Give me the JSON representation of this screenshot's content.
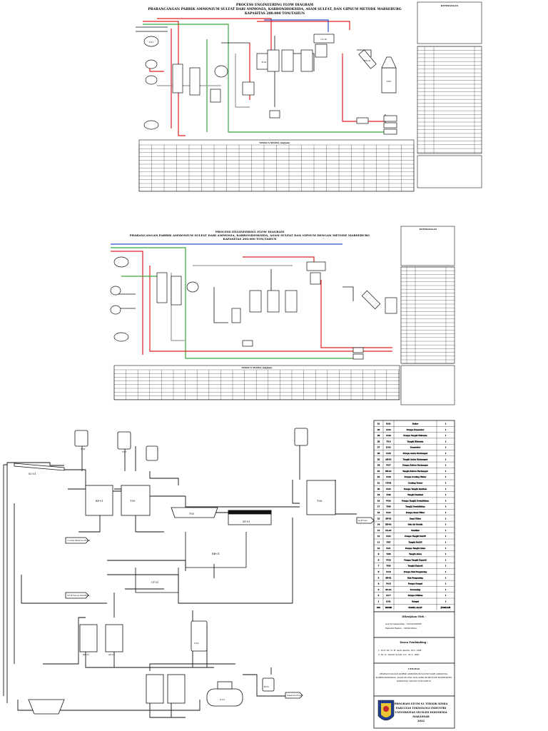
{
  "sheet1": {
    "title_line1": "PROCESS ENGINEERING FLOW DIAGRAM",
    "title_line2": "PRARANCANGAN PABRIK AMMONIUM SULFAT DARI AMMONIA, KARBONDIOKSIDA, ASAM SULFAT, DAN GIPSUM METODE MARSEBURG",
    "title_line3": "KAPASITAS 200.000 TON/TAHUN",
    "balance_table_title": "NERACA MASSA (kg/jam)",
    "legend_title": "KETERANGAN",
    "mixing_tank_label": "R-01",
    "settler_label": "CL-01",
    "dryer_label": "RD-01",
    "silo_label": "T-05",
    "tank_label": "T-01"
  },
  "sheet2": {
    "title_line1": "PROCESS ENGINEERING FLOW DIAGRAM",
    "title_line2": "PRARANCANGAN PABRIK AMMONIUM SULFAT DARI AMMONIA, KARBONDIOKSIDA, ASAM SULFAT DAN GIPSUM DENGAN METODE MARSEBURG",
    "title_line3": "KAPASITAS 200.000 TON/TAHUN",
    "balance_table_title": "NERACA MASSA (kg/jam)",
    "legend_title": "KETERANGAN"
  },
  "sheet3": {
    "equipment_table": [
      {
        "no": "31",
        "code": "B-01",
        "name": "Boiler",
        "qty": "1"
      },
      {
        "no": "30",
        "code": "P-30",
        "name": "Pompa Deaerator",
        "qty": "1"
      },
      {
        "no": "29",
        "code": "P-29",
        "name": "Pompa Tangki Hidrazin",
        "qty": "1"
      },
      {
        "no": "28",
        "code": "T-10",
        "name": "Tangki Hidrazin",
        "qty": "1"
      },
      {
        "no": "27",
        "code": "D-01",
        "name": "Deaerator",
        "qty": "1"
      },
      {
        "no": "26",
        "code": "P-28",
        "name": "Pompa Anion Exchanger",
        "qty": "1"
      },
      {
        "no": "25",
        "code": "AE-01",
        "name": "Tangki Anion Exchanger",
        "qty": "1"
      },
      {
        "no": "24",
        "code": "P-27",
        "name": "Pompa Kation Exchanger",
        "qty": "1"
      },
      {
        "no": "23",
        "code": "KE-01",
        "name": "Tangki Kation Exchanger",
        "qty": "1"
      },
      {
        "no": "22",
        "code": "P-26",
        "name": "Pompa Cooling Water",
        "qty": "1"
      },
      {
        "no": "21",
        "code": "CT-01",
        "name": "Cooling Tower",
        "qty": "1"
      },
      {
        "no": "20",
        "code": "P-25",
        "name": "Pompa Tangki Sanitasi",
        "qty": "1"
      },
      {
        "no": "19",
        "code": "T-09",
        "name": "Tangki Sanitasi",
        "qty": "1"
      },
      {
        "no": "18",
        "code": "P-24",
        "name": "Pompa Tangki Desinfektan",
        "qty": "1"
      },
      {
        "no": "17",
        "code": "T-08",
        "name": "Tangki Desinfektan",
        "qty": "1"
      },
      {
        "no": "16",
        "code": "P-23",
        "name": "Pompa Sand Filter",
        "qty": "1"
      },
      {
        "no": "15",
        "code": "SF-01",
        "name": "Sand Filter",
        "qty": "1"
      },
      {
        "no": "14",
        "code": "BB-01",
        "name": "Bak Air Bersih",
        "qty": "1"
      },
      {
        "no": "13",
        "code": "CL-01",
        "name": "Clarifier",
        "qty": "1"
      },
      {
        "no": "12",
        "code": "P-22",
        "name": "Pompa Tangki NaOH",
        "qty": "1"
      },
      {
        "no": "11",
        "code": "T-07",
        "name": "Tangki NaOH",
        "qty": "1"
      },
      {
        "no": "10",
        "code": "P-21",
        "name": "Pompa Tangki Alum",
        "qty": "1"
      },
      {
        "no": "9",
        "code": "T-06",
        "name": "Tangki Alum",
        "qty": "1"
      },
      {
        "no": "8",
        "code": "P-20",
        "name": "Pompa Tangki Kaporit",
        "qty": "1"
      },
      {
        "no": "7",
        "code": "T-05",
        "name": "Tangki Kaporit",
        "qty": "1"
      },
      {
        "no": "6",
        "code": "P-19",
        "name": "Pompa Bak Pengendap",
        "qty": "1"
      },
      {
        "no": "5",
        "code": "BP-01",
        "name": "Bak Pengendap",
        "qty": "1"
      },
      {
        "no": "4",
        "code": "P-18",
        "name": "Pompa Sungai",
        "qty": "1"
      },
      {
        "no": "3",
        "code": "SC-01",
        "name": "Screening",
        "qty": "1"
      },
      {
        "no": "2",
        "code": "P-17",
        "name": "Pompa Utilitas",
        "qty": "1"
      },
      {
        "no": "1",
        "code": "S-01",
        "name": "Sungai",
        "qty": "1"
      }
    ],
    "table_header": {
      "no": "NO",
      "code": "KODE",
      "name": "NAMA ALAT",
      "qty": "JUMLAH"
    },
    "prepared_by_title": "Dikerjakan Oleh :",
    "author1": "Asyraf Ansarullah       : 09320180095",
    "author2": "Rahardi Rahim         : 09320180xx",
    "advisor_title": "Dosen Pembimbing :",
    "advisor1": "1. Prof. Dr. Ir. H. Andi Aladin, M.T., IPM.",
    "advisor2": "2. Dr. Ir. Takdir Syarif, S.T., M.T., IPM.",
    "design_title_1": "UTILITAS",
    "design_title_2": "PRARANCANGAN PABRIK AMMONIUM SULFAT DARI AMMONIA,",
    "design_title_3": "KARBONDIOKSIDA, ASAM SULFAT DAN GIPSUM METODE MARSEBURG",
    "design_title_4": "KAPASITAS 200.000 TON/TAHUN",
    "school1": "PROGRAM STUDI S1 TEKNIK KIMIA",
    "school2": "FAKULTAS TEKNOLOGI INDUSTRI",
    "school3": "UNIVERSITAS MUSLIM INDONESIA",
    "school4": "MAKASSAR",
    "school5": "2022",
    "label_cooling": "Cooling Water ke Proses",
    "label_proses": "Air Proses ke Pendingin",
    "label_to_proses": "ke Proses",
    "label_steam": "Steam ke Proses",
    "label_bp": "BP-01",
    "label_sf": "SF-01",
    "label_ct": "CT-01",
    "label_bb": "BB-01",
    "label_sc": "SC-01",
    "label_t09": "T-09",
    "label_ke": "KE-01",
    "label_ae": "AE-01",
    "label_d01": "D-01",
    "label_b01": "B-01",
    "label_t05": "T-05",
    "label_t06": "T-06",
    "label_t07": "T-07",
    "label_t08": "T-08",
    "label_t10": "T-10"
  },
  "colors": {
    "red": "#e02020",
    "green": "#3aa33a",
    "blue": "#2a4fd0",
    "gray": "#9a9a9a",
    "black": "#111111"
  }
}
